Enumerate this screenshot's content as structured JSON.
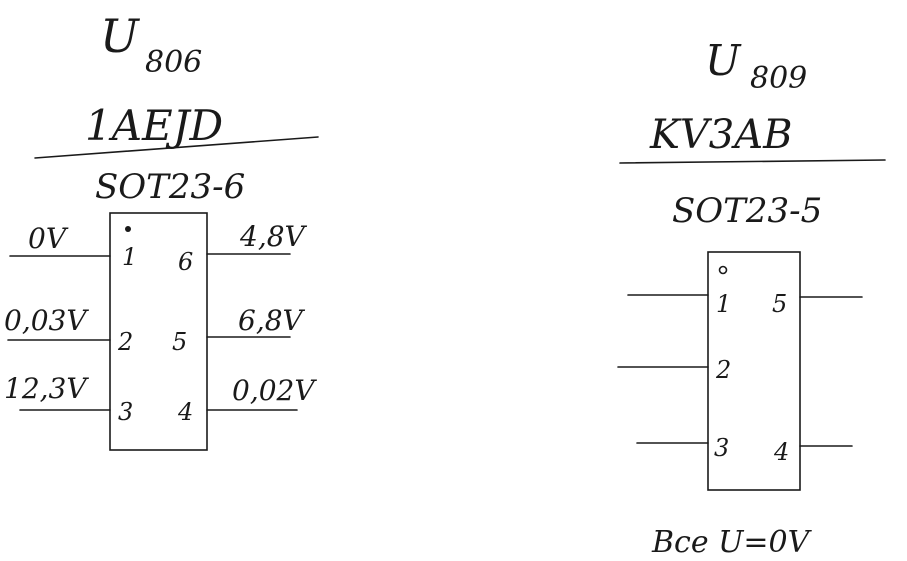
{
  "left_chip": {
    "ref_letter": "U",
    "ref_number": "806",
    "marking": "1AEJD",
    "package": "SOT23-6",
    "pins": [
      {
        "num": "1",
        "voltage": "0V"
      },
      {
        "num": "2",
        "voltage": "0,03V"
      },
      {
        "num": "3",
        "voltage": "12,3V"
      },
      {
        "num": "4",
        "voltage": "0,02V"
      },
      {
        "num": "5",
        "voltage": "6,8V"
      },
      {
        "num": "6",
        "voltage": "4,8V"
      }
    ]
  },
  "right_chip": {
    "ref_letter": "U",
    "ref_number": "809",
    "marking": "KV3AB",
    "package": "SOT23-5",
    "pins": [
      {
        "num": "1"
      },
      {
        "num": "2"
      },
      {
        "num": "3"
      },
      {
        "num": "4"
      },
      {
        "num": "5"
      }
    ],
    "note": "Все U=0V"
  }
}
